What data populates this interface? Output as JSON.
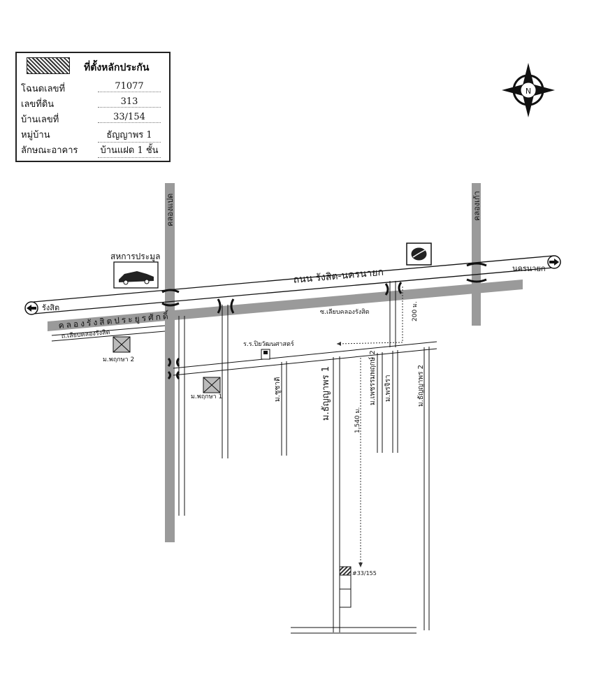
{
  "legend": {
    "title": "ที่ตั้งหลักประกัน",
    "rows": [
      {
        "label": "โฉนดเลขที่",
        "value": "71077"
      },
      {
        "label": "เลขที่ดิน",
        "value": "313"
      },
      {
        "label": "บ้านเลขที่",
        "value": "33/154"
      },
      {
        "label": "หมู่บ้าน",
        "value": "ธัญญาพร 1"
      },
      {
        "label": "ลักษณะอาคาร",
        "value": "บ้านแฝด 1 ชั้น"
      }
    ]
  },
  "compass": {
    "north": "N"
  },
  "labels": {
    "main_road": "ถนน รังสิต-นครนายก",
    "west_end": "รังสิต",
    "east_end": "นครนายก",
    "canal_main": "คลองรังสิตประยูรศักดิ์",
    "canal_8": "คลองแปด",
    "canal_9": "คลองเก้า",
    "landmark_prachamun": "สหการประมูล",
    "side_road_canal": "ถ.เลียบคลองรังสิต",
    "soi_canal": "ซ.เลียบคลองรังสิต",
    "school": "ร.ร.ปิยวัฒนศาสตร์",
    "village_pruksa2": "ม.พฤกษา 2",
    "village_pruksa1": "ม.พฤกษา 1",
    "village_thanyaporn1": "ม.ธัญญาพร 1",
    "village_chuchat": "ม.ชูชาติ",
    "village_petchramaphruek2": "ม.เพชรรมพฤกษ์ 2",
    "village_pornjira": "ม.พรจิรา",
    "village_thanyaporn2": "ม.ธัญญาพร 2",
    "dist_200": "200 ม.",
    "dist_1540": "1,540 ม.",
    "house_no": "#33/155"
  },
  "colors": {
    "canal": "#9a9a9a",
    "ink": "#111111"
  }
}
